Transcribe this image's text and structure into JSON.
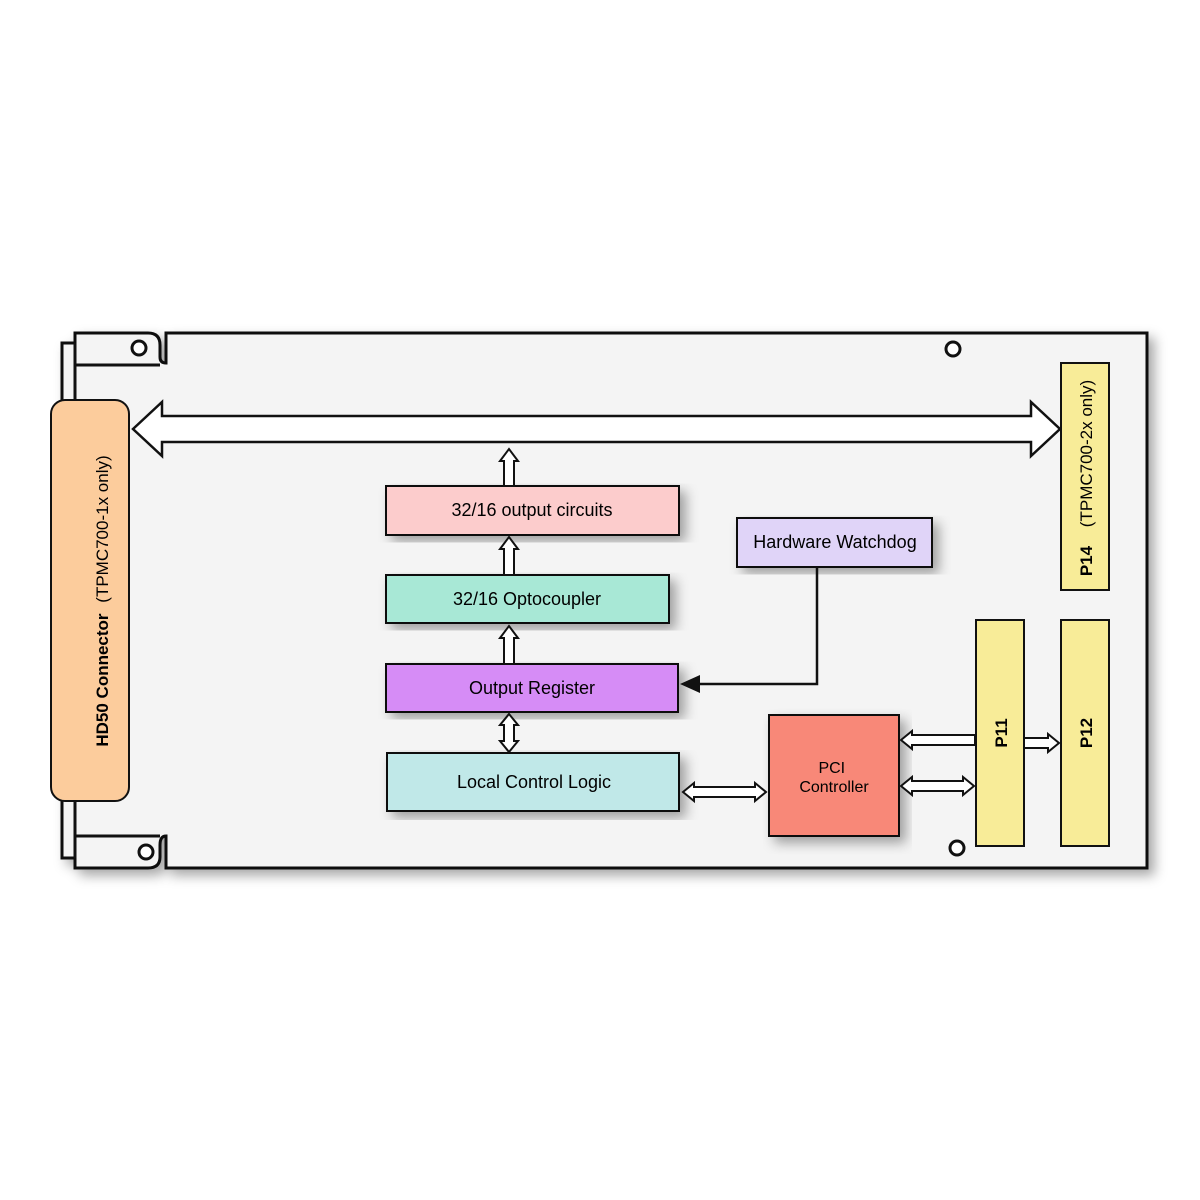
{
  "blocks": {
    "output_circuits": {
      "label": "32/16 output circuits",
      "color": "#fccccc"
    },
    "optocoupler": {
      "label": "32/16 Optocoupler",
      "color": "#a8e8d6"
    },
    "output_register": {
      "label": "Output Register",
      "color": "#d68cf6"
    },
    "local_control_logic": {
      "label": "Local Control Logic",
      "color": "#c0e8e8"
    },
    "hardware_watchdog": {
      "label": "Hardware Watchdog",
      "color": "#e0d4f8"
    },
    "pci_controller": {
      "line1": "PCI",
      "line2": "Controller",
      "color": "#f88878"
    }
  },
  "connectors": {
    "hd50": {
      "name": "HD50 Connector",
      "note": "(TPMC700-1x only)",
      "color": "#fccc9c"
    },
    "p14": {
      "name": "P14",
      "note": "(TPMC700-2x only)",
      "color": "#f8ec98"
    },
    "p11": {
      "name": "P11",
      "color": "#f8ec98"
    },
    "p12": {
      "name": "P12",
      "color": "#f8ec98"
    }
  },
  "board": {
    "color": "#f4f4f4"
  }
}
